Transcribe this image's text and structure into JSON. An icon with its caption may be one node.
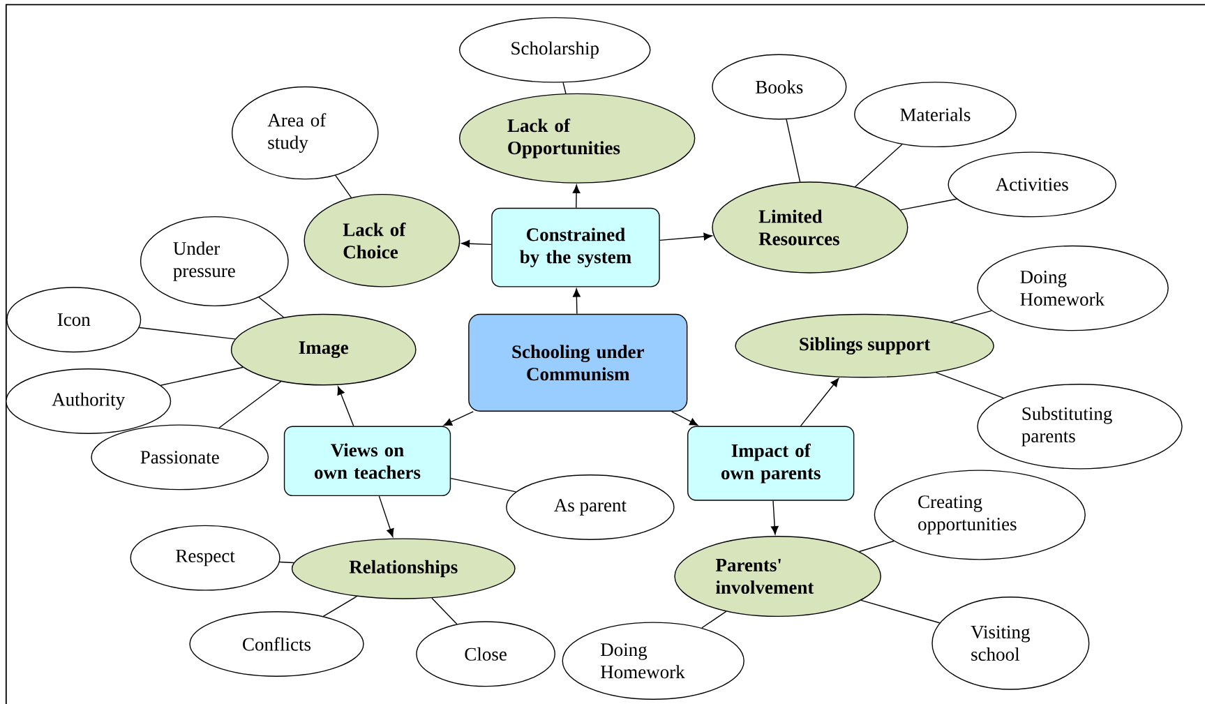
{
  "diagram": {
    "nodes": [
      {
        "text": [
          "Schooling under Communism"
        ]
      },
      {
        "text": [
          "Constrained by the system"
        ]
      },
      {
        "text": [
          "Views on own teachers"
        ]
      },
      {
        "text": [
          "Impact of own parents"
        ]
      },
      {
        "text": [
          "Lack of Opportunities"
        ]
      },
      {
        "text": [
          "Lack of Choice"
        ]
      },
      {
        "text": [
          "Limited Resources"
        ]
      },
      {
        "text": [
          "Image"
        ]
      },
      {
        "text": [
          "Relationships"
        ]
      },
      {
        "text": [
          "Siblings support"
        ]
      },
      {
        "text": [
          "Parents' involvement"
        ]
      },
      {
        "text": [
          "Scholarship"
        ]
      },
      {
        "text": [
          "Area of study"
        ]
      },
      {
        "text": [
          "Books"
        ]
      },
      {
        "text": [
          "Materials"
        ]
      },
      {
        "text": [
          "Activities"
        ]
      },
      {
        "text": [
          "Under pressure"
        ]
      },
      {
        "text": [
          "Icon"
        ]
      },
      {
        "text": [
          "Authority"
        ]
      },
      {
        "text": [
          "Passionate"
        ]
      },
      {
        "text": [
          "Doing Homework"
        ]
      },
      {
        "text": [
          "Substituting parents"
        ]
      },
      {
        "text": [
          "As parent"
        ]
      },
      {
        "text": [
          "Creating opportunities"
        ]
      },
      {
        "text": [
          "Respect"
        ]
      },
      {
        "text": [
          "Conflicts"
        ]
      },
      {
        "text": [
          "Close"
        ]
      },
      {
        "text": [
          "Doing Homework"
        ]
      },
      {
        "text": [
          "Visiting school"
        ]
      }
    ],
    "edges": [
      {
        "from": 0,
        "to": 1,
        "arrow": "to"
      },
      {
        "from": 1,
        "to": 4,
        "arrow": "to"
      },
      {
        "from": 1,
        "to": 5,
        "arrow": "to"
      },
      {
        "from": 1,
        "to": 6,
        "arrow": "to"
      },
      {
        "from": 0,
        "to": 2,
        "arrow": "to"
      },
      {
        "from": 0,
        "to": 3,
        "arrow": "to"
      },
      {
        "from": 2,
        "to": 7,
        "arrow": "to"
      },
      {
        "from": 2,
        "to": 8,
        "arrow": "to"
      },
      {
        "from": 3,
        "to": 9,
        "arrow": "to"
      },
      {
        "from": 3,
        "to": 10,
        "arrow": "to"
      },
      {
        "from": 4,
        "to": 11,
        "arrow": "none"
      },
      {
        "from": 5,
        "to": 12,
        "arrow": "none"
      },
      {
        "from": 6,
        "to": 13,
        "arrow": "none"
      },
      {
        "from": 6,
        "to": 14,
        "arrow": "none"
      },
      {
        "from": 6,
        "to": 15,
        "arrow": "none"
      },
      {
        "from": 7,
        "to": 16,
        "arrow": "none"
      },
      {
        "from": 7,
        "to": 17,
        "arrow": "none"
      },
      {
        "from": 7,
        "to": 18,
        "arrow": "none"
      },
      {
        "from": 7,
        "to": 19,
        "arrow": "none"
      },
      {
        "from": 9,
        "to": 20,
        "arrow": "none"
      },
      {
        "from": 9,
        "to": 21,
        "arrow": "none"
      },
      {
        "from": 2,
        "to": 22,
        "arrow": "none"
      },
      {
        "from": 10,
        "to": 23,
        "arrow": "none"
      },
      {
        "from": 8,
        "to": 24,
        "arrow": "none"
      },
      {
        "from": 8,
        "to": 25,
        "arrow": "none"
      },
      {
        "from": 8,
        "to": 26,
        "arrow": "none"
      },
      {
        "from": 10,
        "to": 27,
        "arrow": "none"
      },
      {
        "from": 10,
        "to": 28,
        "arrow": "none"
      }
    ]
  }
}
